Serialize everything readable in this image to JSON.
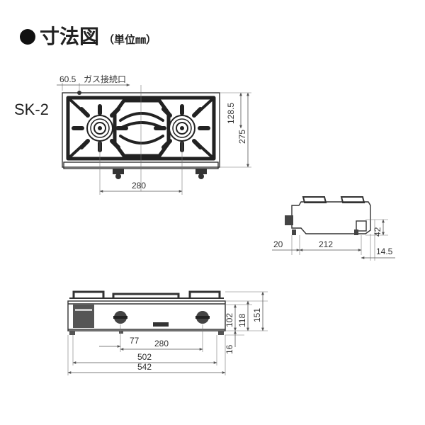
{
  "title": {
    "text": "寸法図",
    "unit": "（単位㎜）"
  },
  "model": "SK-2",
  "gas_connection": "ガス接続口",
  "top_view": {
    "dim_offset": "60.5",
    "dim_height_half": "128.5",
    "dim_height": "275",
    "dim_width_burners": "280"
  },
  "side_view": {
    "dim_left": "20",
    "dim_depth": "212",
    "dim_right": "14.5",
    "dim_height": "42"
  },
  "front_view": {
    "dim_77": "77",
    "dim_280": "280",
    "dim_502": "502",
    "dim_542": "542",
    "dim_102": "102",
    "dim_118": "118",
    "dim_151": "151",
    "dim_16": "16"
  }
}
